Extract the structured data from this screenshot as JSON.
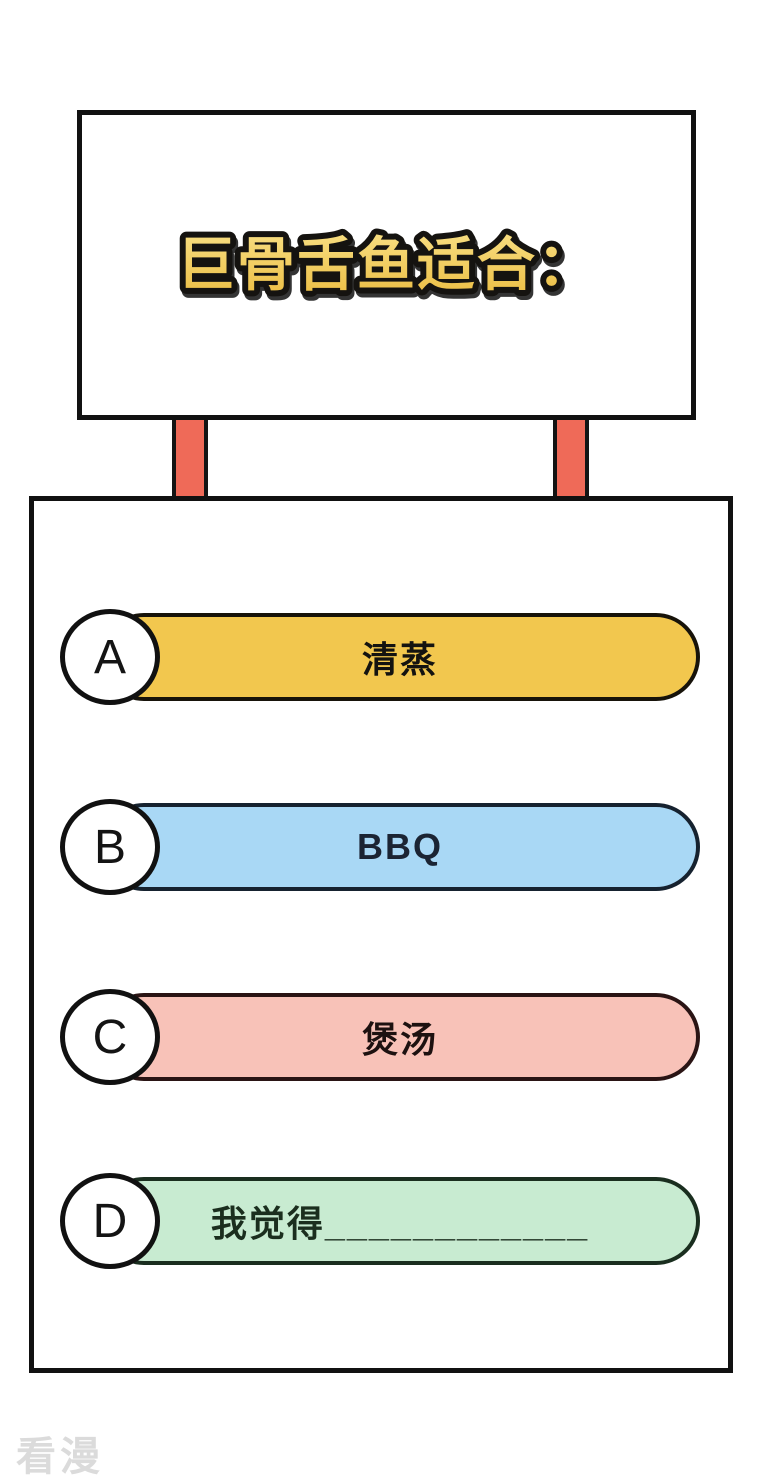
{
  "board": {
    "title": "巨骨舌鱼适合：",
    "gold_top": "#F7DD80",
    "gold_bottom": "#ECBE44",
    "outline": "#151310"
  },
  "connectors": {
    "fill": "#EF6A58",
    "edge": "#141414"
  },
  "options": [
    {
      "letter": "A",
      "label": "清蒸",
      "fill": "#F2C74E",
      "border": "#17130A",
      "text": "#141310"
    },
    {
      "letter": "B",
      "label": "BBQ",
      "fill": "#A9D8F5",
      "border": "#16222F",
      "text": "#1B2433"
    },
    {
      "letter": "C",
      "label": "煲汤",
      "fill": "#F8C2B8",
      "border": "#2A1414",
      "text": "#1D1110"
    },
    {
      "letter": "D",
      "label": "我觉得____________",
      "fill": "#C8EBD1",
      "border": "#1A2E1F",
      "text": "#1B2E1E"
    }
  ],
  "watermark": {
    "text": "看漫",
    "color": "#DBDBDB"
  }
}
